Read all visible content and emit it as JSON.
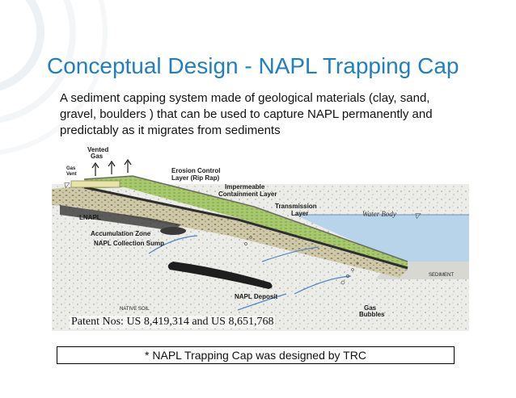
{
  "slide": {
    "title": "Conceptual Design - NAPL Trapping Cap",
    "body": "A sediment capping system made of geological materials (clay, sand, gravel, boulders ) that can be used to capture NAPL permanently and predictably as it migrates from sediments",
    "patent": "Patent Nos: US 8,419,314 and US 8,651,768",
    "credit": "* NAPL Trapping Cap was designed by TRC"
  },
  "diagram": {
    "labels": {
      "vented_gas": [
        "Vented",
        "Gas"
      ],
      "gas_vent": [
        "Gas",
        "Vent"
      ],
      "erosion_control": [
        "Erosion Control",
        "Layer (Rip Rap)"
      ],
      "impermeable": [
        "Impermeable",
        "Containment Layer"
      ],
      "transmission": [
        "Transmission",
        "Layer"
      ],
      "water_body": "Water Body",
      "lnapl": "LNAPL",
      "accumulation_zone": "Accumulation Zone",
      "collection_sump": "NAPL Collection Sump",
      "sediment": "SEDIMENT",
      "native_soil": "NATIVE SOIL",
      "napl_deposit": "NAPL Deposit",
      "gas_bubbles": [
        "Gas",
        "Bubbles"
      ]
    }
  },
  "colors": {
    "title": "#1f7fc0",
    "water": "#a9cbe6",
    "cap_green": "#9bbf63",
    "impermeable": "#3a3a3a",
    "napl": "#1a1a1a",
    "soil": "#e9e9e6"
  }
}
